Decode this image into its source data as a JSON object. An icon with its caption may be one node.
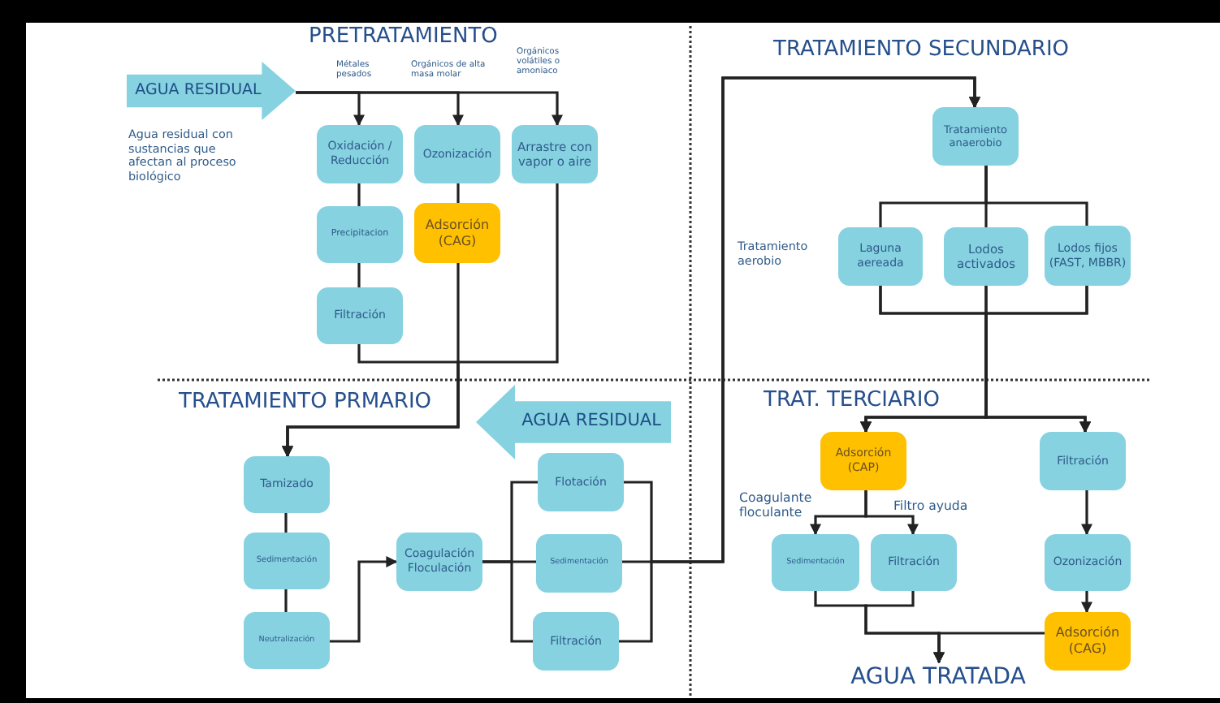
{
  "diagram": {
    "nodes": [
      {
        "text": [
          "AGUA RESIDUAL"
        ],
        "beside": [
          "Agua residual con sustancias que afectan al proceso biológico"
        ]
      },
      {
        "text": [
          "Oxidación / Reducción"
        ]
      },
      {
        "text": [
          "Ozonización"
        ]
      },
      {
        "text": [
          "Arrastre con vapor o aire"
        ]
      },
      {
        "text": [
          "Precipitacion"
        ]
      },
      {
        "text": [
          "Adsorción (CAG)"
        ]
      },
      {
        "text": [
          "Filtración"
        ]
      },
      {
        "text": [
          "Tratamiento anaerobio"
        ]
      },
      {
        "text": [
          "Laguna aereada"
        ]
      },
      {
        "text": [
          "Lodos activados"
        ]
      },
      {
        "text": [
          "Lodos fijos (FAST, MBBR)"
        ]
      },
      {
        "text": [
          "AGUA RESIDUAL"
        ]
      },
      {
        "text": [
          "Tamizado"
        ]
      },
      {
        "text": [
          "Sedimentación"
        ]
      },
      {
        "text": [
          "Neutralización"
        ]
      },
      {
        "text": [
          "Coagulación Floculación"
        ]
      },
      {
        "text": [
          "Flotación"
        ]
      },
      {
        "text": [
          "Sedimentación"
        ]
      },
      {
        "text": [
          "Filtración"
        ]
      },
      {
        "text": [
          "Adsorción (CAP)"
        ]
      },
      {
        "text": [
          "Filtración"
        ]
      },
      {
        "text": [
          "Sedimentación"
        ]
      },
      {
        "text": [
          "Filtración"
        ]
      },
      {
        "text": [
          "Ozonización"
        ]
      },
      {
        "text": [
          "Adsorción (CAG)"
        ]
      },
      {
        "text": [
          "AGUA TRATADA"
        ]
      }
    ],
    "edges": [
      {
        "from": 0,
        "to": 1,
        "arrow": "to"
      },
      {
        "from": 0,
        "to": 2,
        "arrow": "to"
      },
      {
        "from": 0,
        "to": 3,
        "arrow": "to"
      },
      {
        "from": 1,
        "to": 4,
        "arrow": "none"
      },
      {
        "from": 4,
        "to": 6,
        "arrow": "none"
      },
      {
        "from": 2,
        "to": 5,
        "arrow": "none"
      },
      {
        "from": 6,
        "to": 12,
        "arrow": "to"
      },
      {
        "from": 5,
        "to": 12,
        "arrow": "to"
      },
      {
        "from": 3,
        "to": 12,
        "arrow": "to"
      },
      {
        "from": 12,
        "to": 13,
        "arrow": "none"
      },
      {
        "from": 13,
        "to": 14,
        "arrow": "none"
      },
      {
        "from": 14,
        "to": 15,
        "arrow": "to"
      },
      {
        "from": 15,
        "to": 16,
        "arrow": "none"
      },
      {
        "from": 15,
        "to": 17,
        "arrow": "none"
      },
      {
        "from": 15,
        "to": 18,
        "arrow": "none"
      },
      {
        "from": 16,
        "to": 7,
        "arrow": "to"
      },
      {
        "from": 17,
        "to": 7,
        "arrow": "to"
      },
      {
        "from": 18,
        "to": 7,
        "arrow": "to"
      },
      {
        "from": 7,
        "to": 8,
        "arrow": "none"
      },
      {
        "from": 7,
        "to": 9,
        "arrow": "none"
      },
      {
        "from": 7,
        "to": 10,
        "arrow": "none"
      },
      {
        "from": 8,
        "to": 19,
        "arrow": "to"
      },
      {
        "from": 8,
        "to": 20,
        "arrow": "to"
      },
      {
        "from": 9,
        "to": 19,
        "arrow": "to"
      },
      {
        "from": 9,
        "to": 20,
        "arrow": "to"
      },
      {
        "from": 10,
        "to": 19,
        "arrow": "to"
      },
      {
        "from": 10,
        "to": 20,
        "arrow": "to"
      },
      {
        "from": 19,
        "to": 21,
        "arrow": "to"
      },
      {
        "from": 19,
        "to": 22,
        "arrow": "to"
      },
      {
        "from": 20,
        "to": 23,
        "arrow": "to"
      },
      {
        "from": 23,
        "to": 24,
        "arrow": "to"
      },
      {
        "from": 21,
        "to": 25,
        "arrow": "to"
      },
      {
        "from": 22,
        "to": 25,
        "arrow": "to"
      },
      {
        "from": 24,
        "to": 25,
        "arrow": "to"
      }
    ],
    "labels": [
      "PRETRATAMIENTO",
      "Métales pesados",
      "Orgánicos de alta masa molar",
      "Orgánicos volátiles o amoniaco",
      "TRATAMIENTO SECUNDARIO",
      "Tratamiento aerobio",
      "TRATAMIENTO PRMARIO",
      "TRAT. TERCIARIO",
      "Coagulante floculante",
      "Filtro ayuda"
    ]
  }
}
